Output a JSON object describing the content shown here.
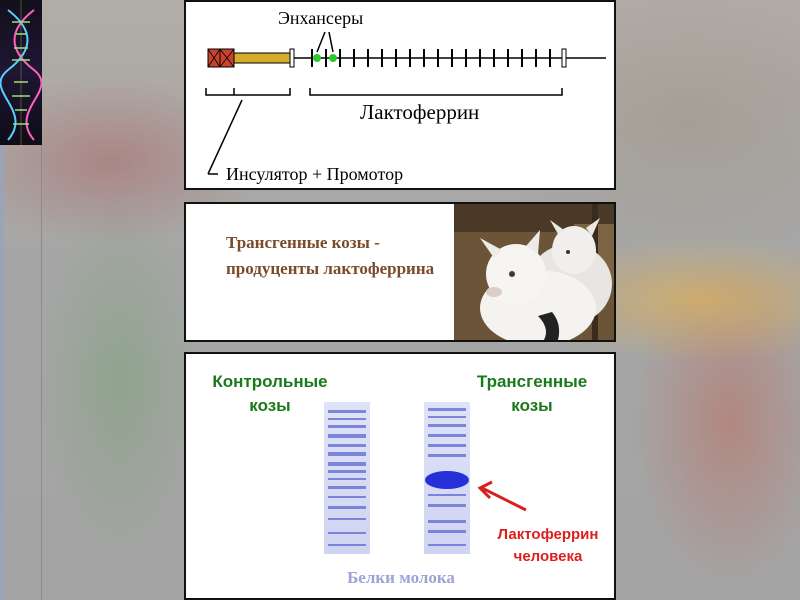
{
  "slide": {
    "gene_panel": {
      "enhancers_label": "Энхансеры",
      "lactoferrin_label": "Лактоферрин",
      "insulator_promoter_label": "Инсулятор + Промотор"
    },
    "goats_panel": {
      "caption": "Трансгенные козы - продуценты лактоферрина"
    },
    "gel_panel": {
      "control_label": "Контрольные козы",
      "transgenic_label": "Трансгенные козы",
      "human_lactoferrin_label": "Лактоферрин человека",
      "milk_proteins_label": "Белки молока"
    }
  },
  "colors": {
    "caption_brown": "#7a4a2a",
    "green_label": "#1a7a1a",
    "red_label": "#dd2020",
    "milk_label": "#9ea2d6",
    "gel_band": "#5560d0"
  }
}
